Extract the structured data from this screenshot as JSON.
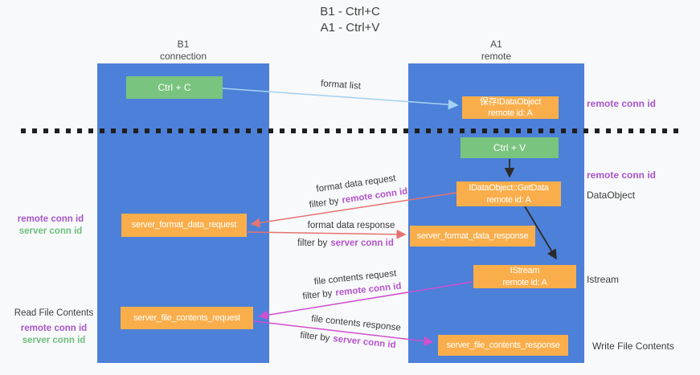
{
  "title": {
    "line1": "B1 - Ctrl+C",
    "line2": "A1 - Ctrl+V"
  },
  "lifelines": {
    "b1": {
      "name": "B1",
      "role": "connection"
    },
    "a1": {
      "name": "A1",
      "role": "remote"
    }
  },
  "nodes": {
    "ctrl_c": "Ctrl + C",
    "ctrl_v": "Ctrl + V",
    "save_dataobject_line1": "保存IDataObject",
    "save_dataobject_line2": "remote id: A",
    "getdata_line1": "IDataObject::GetData",
    "getdata_line2": "remote id: A",
    "istream_line1": "IStream",
    "istream_line2": "remote id: A",
    "format_request": "server_format_data_request",
    "format_response": "server_format_data_response",
    "file_request": "server_file_contents_request",
    "file_response": "server_file_contents_response"
  },
  "labels": {
    "format_list": "format list",
    "filter_by": "filter by",
    "remote_conn_id": "remote conn id",
    "server_conn_id": "server conn id",
    "format_data_request": "format data request",
    "format_data_response": "format data response",
    "file_contents_request": "file contents request",
    "file_contents_response": "file contents response",
    "read_file_contents": "Read File Contents",
    "write_file_contents": "Write File Contents",
    "dataobject": "DataObject",
    "istream": "Istream"
  },
  "colors": {
    "column_blue": "#4d80d8",
    "box_green": "#79c47e",
    "box_orange": "#f9ae4b",
    "arrow_light_blue": "#a6d2f2",
    "arrow_salmon": "#e57373",
    "arrow_magenta": "#cf4fd0",
    "arrow_black": "#2b2b2b",
    "conn_id_purple": "#a855c8",
    "conn_id_green": "#6cbf7d"
  }
}
